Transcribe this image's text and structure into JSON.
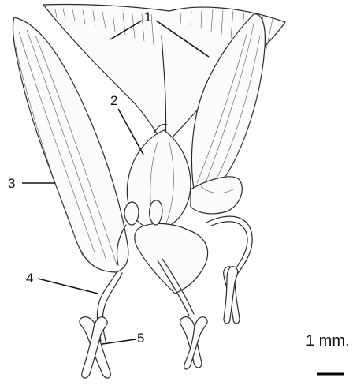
{
  "figure": {
    "callouts": [
      {
        "id": "1",
        "text": "1"
      },
      {
        "id": "2",
        "text": "2"
      },
      {
        "id": "3",
        "text": "3"
      },
      {
        "id": "4",
        "text": "4"
      },
      {
        "id": "5",
        "text": "5"
      }
    ],
    "scale_bar": {
      "label": "1 mm."
    }
  }
}
